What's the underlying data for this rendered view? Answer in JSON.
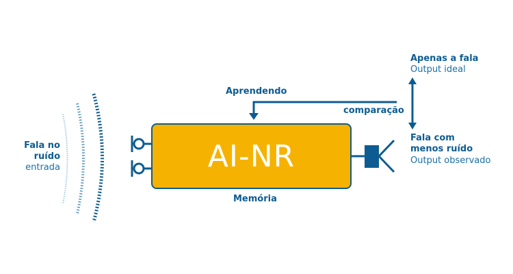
{
  "colors": {
    "primary": "#0d5c91",
    "secondary": "#1a6fa6",
    "box_fill": "#f6b200",
    "box_text": "#ffffff"
  },
  "block": {
    "title": "AI-NR",
    "memory_label": "Memória"
  },
  "input": {
    "line1": "Fala no",
    "line2": "ruído",
    "line3": "entrada"
  },
  "feedback": {
    "learning_label": "Aprendendo",
    "compare_label": "comparação"
  },
  "ideal": {
    "title": "Apenas a fala",
    "subtitle": "Output ideal"
  },
  "observed": {
    "line1": "Fala com",
    "line2": "menos ruído",
    "subtitle": "Output observado"
  },
  "icons": [
    "sound-wave-icon",
    "input-connector-icon",
    "speaker-icon",
    "arrow-down-icon",
    "double-arrow-icon"
  ]
}
